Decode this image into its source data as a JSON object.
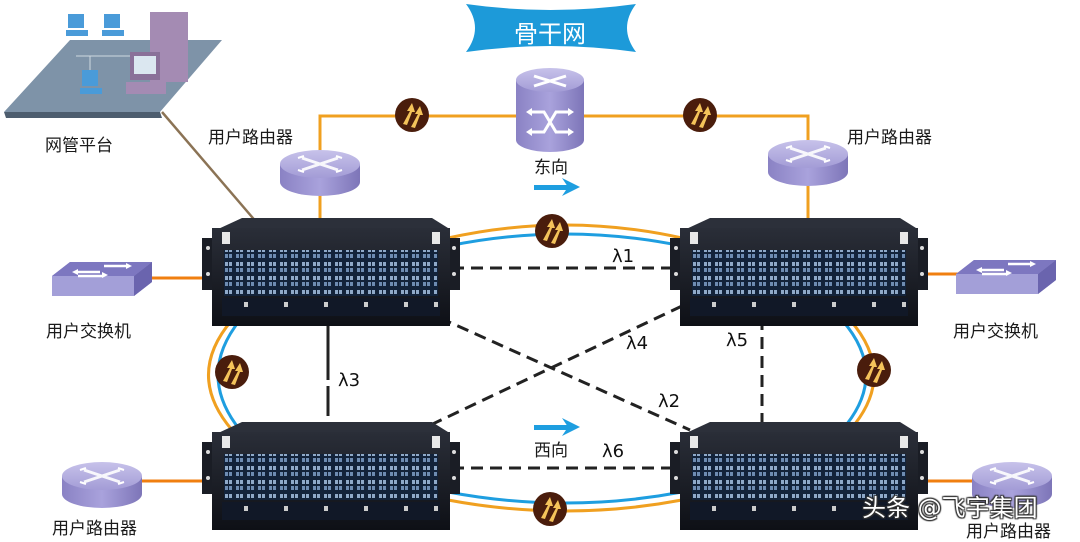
{
  "title": "骨干网",
  "colors": {
    "banner": "#1d9ad9",
    "fiber_orange": "#f0a020",
    "fiber_blue": "#1e9ee0",
    "router": "#9b93cf",
    "switch": "#9c98d2",
    "chassis": "#14171f",
    "amplifier": "#4a1d0c",
    "amplifier_arrow": "#f4c35a",
    "dashed_link": "#222222",
    "mgmt_link": "#8b7355"
  },
  "nodes": {
    "management_platform": {
      "label": "网管平台",
      "icon": "lan-computers-icon"
    },
    "core_router": {
      "icon": "core-router-icon"
    },
    "router_top_left": {
      "label": "用户路由器",
      "icon": "router-icon"
    },
    "router_top_right": {
      "label": "用户路由器",
      "icon": "router-icon"
    },
    "switch_left": {
      "label": "用户交换机",
      "icon": "switch-icon"
    },
    "switch_right": {
      "label": "用户交换机",
      "icon": "switch-icon"
    },
    "router_bottom_left": {
      "label": "用户路由器",
      "icon": "router-icon"
    },
    "router_bottom_right": {
      "label": "用户路由器",
      "icon": "router-icon"
    }
  },
  "directions": {
    "east": "东向",
    "west": "西向"
  },
  "wavelengths": [
    "λ1",
    "λ2",
    "λ3",
    "λ4",
    "λ5",
    "λ6"
  ],
  "watermark": "头条 @飞宇集团"
}
